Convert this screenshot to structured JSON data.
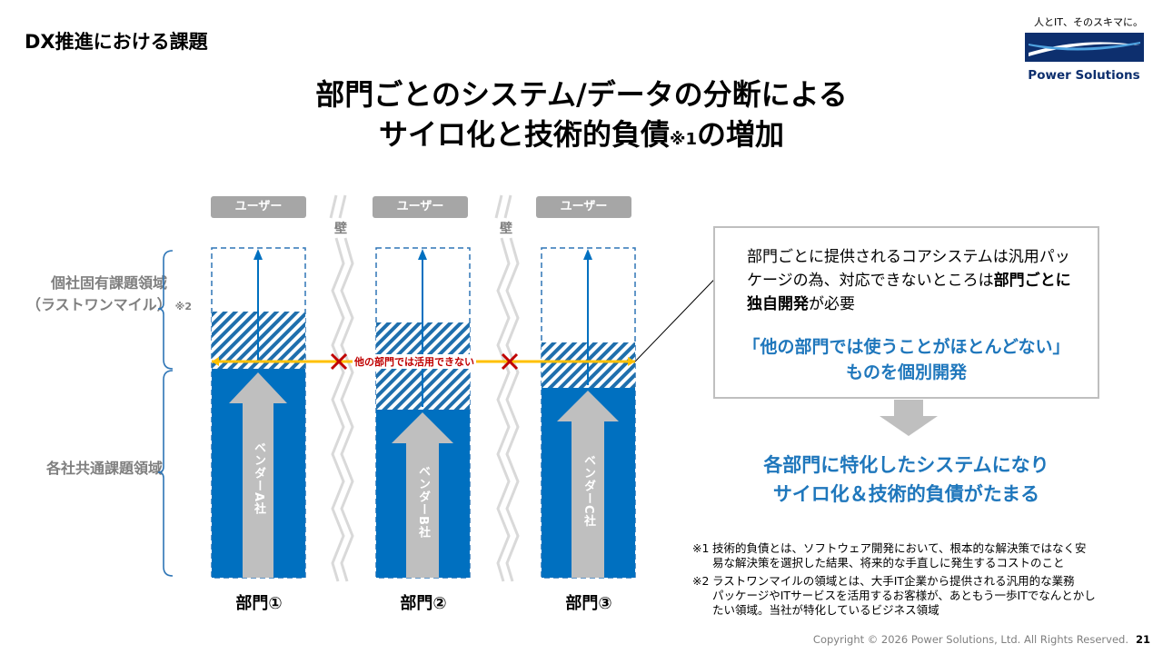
{
  "header": {
    "heading": "DX推進における課題",
    "title_line1": "部門ごとのシステム/データの分断による",
    "title_line2_a": "サイロ化と技術的負債",
    "title_line2_mark": "※1",
    "title_line2_b": "の増加"
  },
  "logo": {
    "tagline": "人とIT、そのスキマに。",
    "name": "Power Solutions"
  },
  "diagram": {
    "region_upper": [
      "個社固有課題領域",
      "（ラストワンマイル）"
    ],
    "region_upper_mark": "※2",
    "region_lower": "各社共通課題領域",
    "user_label": "ユーザー",
    "wall_label": "壁",
    "unused_label": "他の部門では活用できない",
    "departments": [
      {
        "name": "部門①",
        "vendor": "ベンダーA社"
      },
      {
        "name": "部門②",
        "vendor": "ベンダーB社"
      },
      {
        "name": "部門③",
        "vendor": "ベンダーC社"
      }
    ],
    "colors": {
      "vendor_fill": "#0070c0",
      "custom_hatch": "#1f6fad",
      "arrow_gray": "#bfbfbf",
      "baseline": "#ffc000",
      "cross": "#c00000"
    }
  },
  "callout": {
    "bullet_text_a": "部門ごとに提供されるコアシステムは汎用パッケージの為、対応できないところは",
    "bullet_bold": "部門ごとに独自開発",
    "bullet_text_b": "が必要",
    "highlight_line1": "「他の部門では使うことがほとんどない」",
    "highlight_line2": "ものを個別開発"
  },
  "conclusion": {
    "line1": "各部門に特化したシステムになり",
    "line2": "サイロ化＆技術的負債がたまる"
  },
  "footnotes": [
    {
      "mark": "※1",
      "line1": "技術的負債とは、ソフトウェア開発において、根本的な解決策ではなく安",
      "line2": "易な解決策を選択した結果、将来的な手直しに発生するコストのこと"
    },
    {
      "mark": "※2",
      "line1": "ラストワンマイルの領域とは、大手IT企業から提供される汎用的な業務",
      "line2": "パッケージやITサービスを活用するお客様が、あともう一歩ITでなんとかし",
      "line3": "たい領域。当社が特化しているビジネス領域"
    }
  ],
  "footer": {
    "copyright": "Copyright © 2026 Power Solutions, Ltd. All Rights Reserved.",
    "page": "21"
  }
}
